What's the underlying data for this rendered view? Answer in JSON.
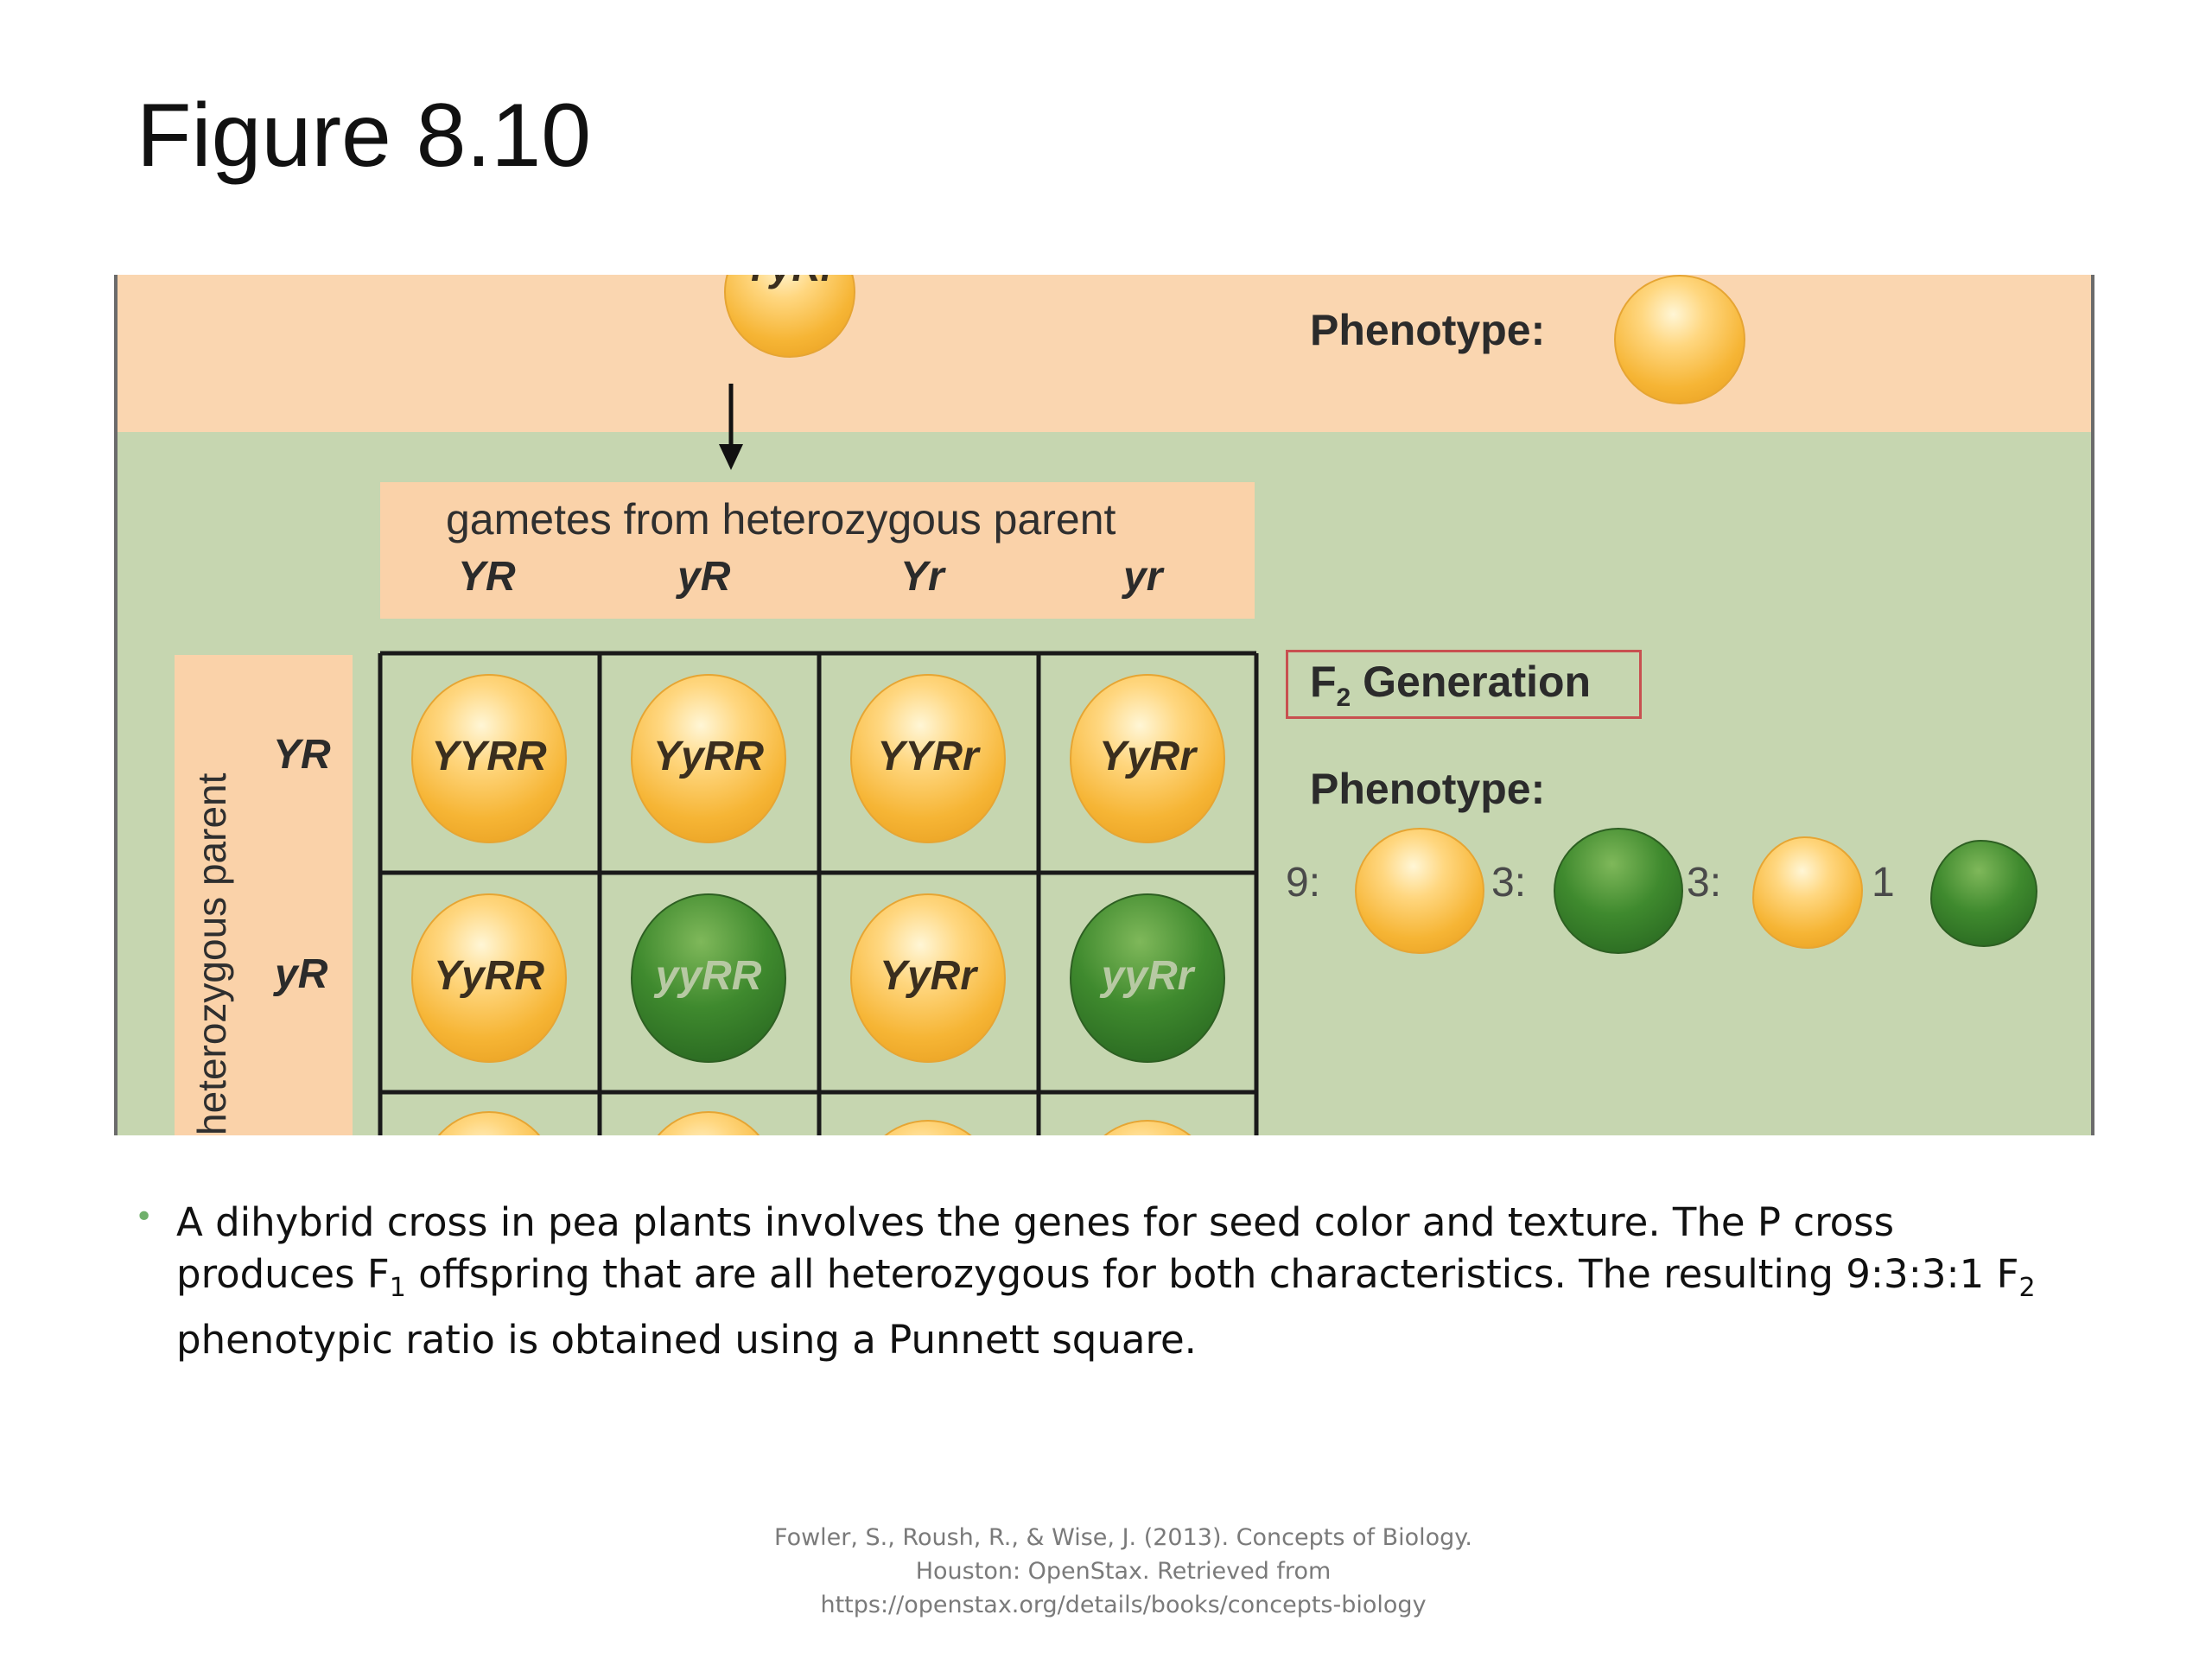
{
  "slide": {
    "title": "Figure 8.10"
  },
  "figure": {
    "f1_genotype_partial": "YyRr",
    "f1_phenotype_label": "Phenotype:",
    "gametes_header": "gametes from heterozygous parent",
    "gamete_columns": [
      "YR",
      "yR",
      "Yr",
      "yr"
    ],
    "row_header_partial": "heterozygous parent",
    "gamete_rows": [
      "YR",
      "yR"
    ],
    "grid": [
      [
        {
          "genotype": "YYRR",
          "color": "yellow"
        },
        {
          "genotype": "YyRR",
          "color": "yellow"
        },
        {
          "genotype": "YYRr",
          "color": "yellow"
        },
        {
          "genotype": "YyRr",
          "color": "yellow"
        }
      ],
      [
        {
          "genotype": "YyRR",
          "color": "yellow"
        },
        {
          "genotype": "yyRR",
          "color": "green"
        },
        {
          "genotype": "YyRr",
          "color": "yellow"
        },
        {
          "genotype": "yyRr",
          "color": "green"
        }
      ]
    ],
    "f2_title_prefix": "F",
    "f2_title_sub": "2",
    "f2_title_suffix": " Generation",
    "f2_phenotype_label": "Phenotype:",
    "ratio": [
      {
        "count": "9",
        "sep": ":",
        "pea": "yellow-round"
      },
      {
        "count": "3",
        "sep": ":",
        "pea": "green-round"
      },
      {
        "count": "3",
        "sep": ":",
        "pea": "yellow-wrinkled"
      },
      {
        "count": "1",
        "sep": "",
        "pea": "green-wrinkled"
      }
    ],
    "colors": {
      "top_band": "#fad6b0",
      "background": "#c6d6b0",
      "header_band": "#fad2a9",
      "yellow_pea": "#f6b535",
      "green_pea": "#3f8a2e",
      "f2_box_border": "#c85050"
    }
  },
  "caption": {
    "bullet": "•",
    "part1": "A dihybrid cross in pea plants involves the genes for seed color and texture. The P cross produces F",
    "sub1": "1",
    "part2": " offspring that are all heterozygous for both characteristics. The resulting 9:3:3:1 F",
    "sub2": "2",
    "part3": " phenotypic ratio is obtained using a Punnett square."
  },
  "citation": {
    "line1": "Fowler, S., Roush, R., & Wise, J. (2013). Concepts of Biology.",
    "line2": "Houston: OpenStax. Retrieved from",
    "line3": "https://openstax.org/details/books/concepts-biology"
  }
}
